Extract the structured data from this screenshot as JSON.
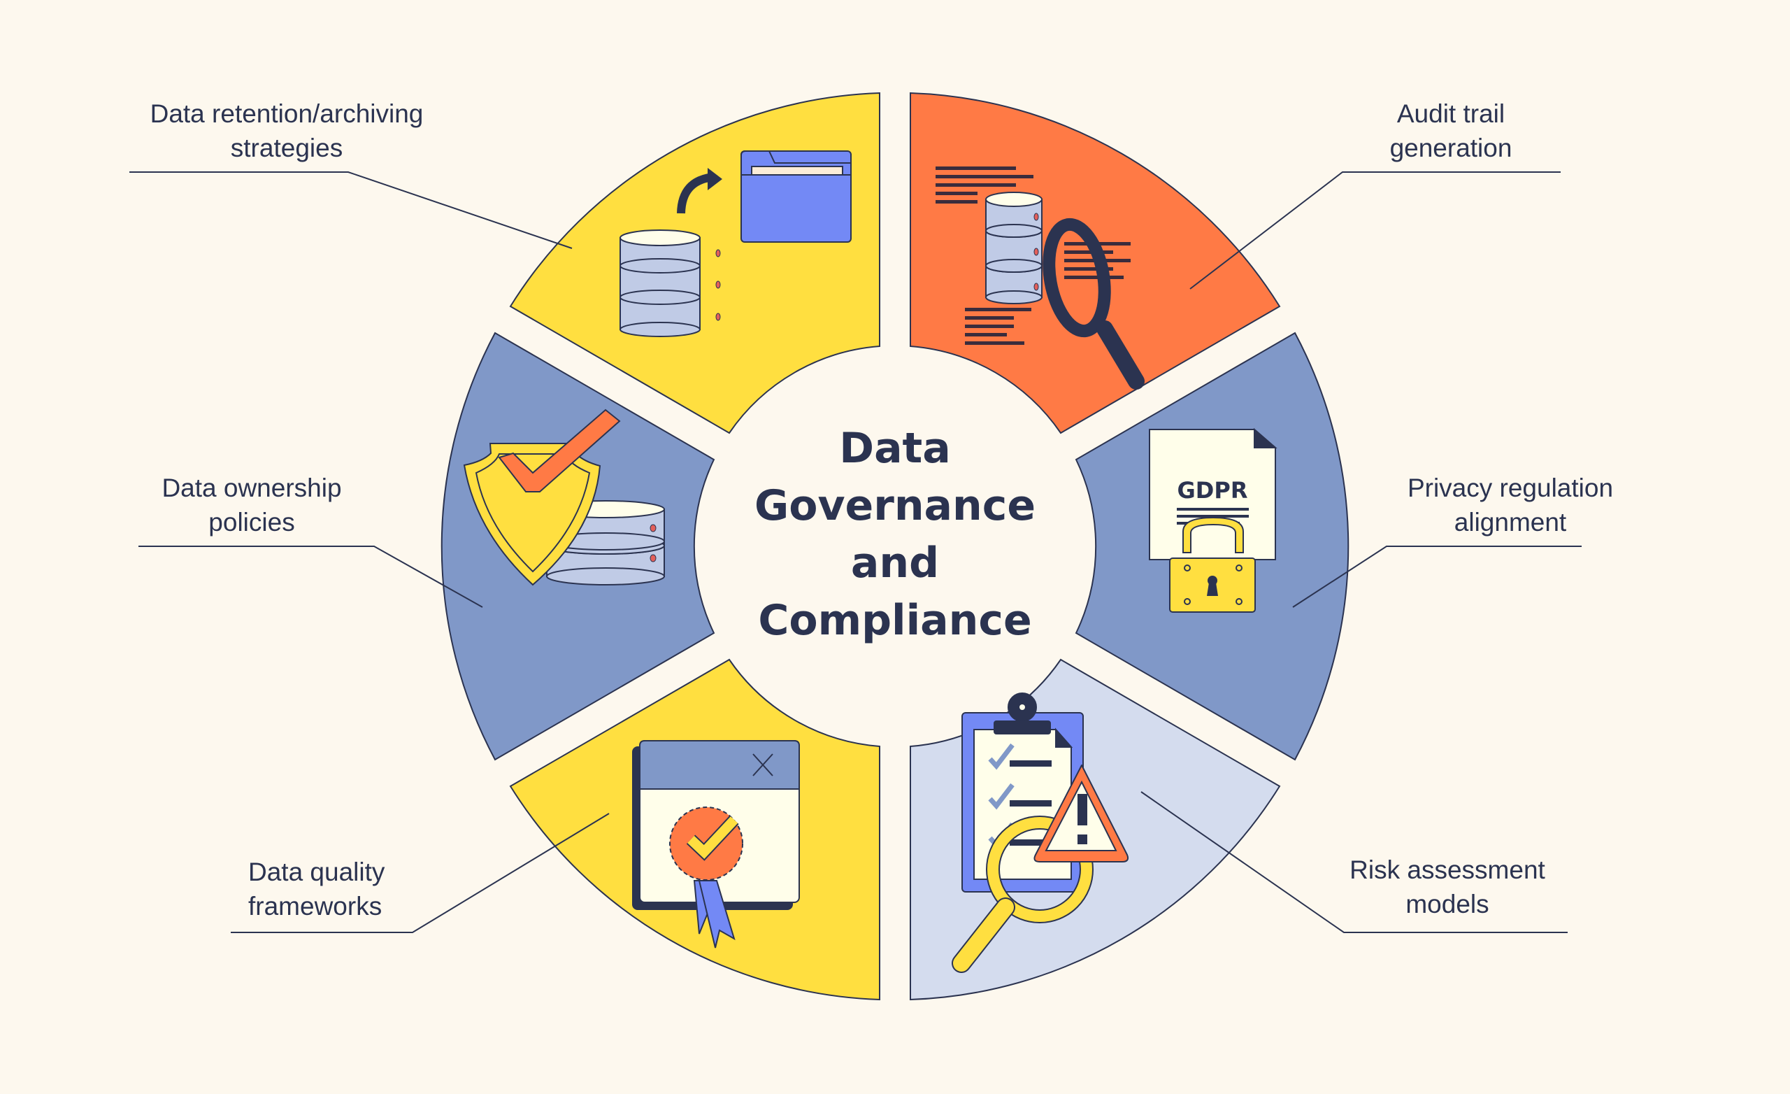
{
  "title": {
    "lines": [
      "Data",
      "Governance",
      "and",
      "Compliance"
    ]
  },
  "colors": {
    "background": "#fdf8ee",
    "text": "#2b3350",
    "yellow": "#ffdf40",
    "orange": "#ff7a45",
    "blue": "#8098c8",
    "lavender": "#d4dcee",
    "folder_blue": "#7389f5",
    "disk": "#c0cbe6",
    "cream": "#fffeea"
  },
  "segments": [
    {
      "id": "retention",
      "label_lines": [
        "Data retention/archiving",
        "strategies"
      ],
      "icon": "database-to-folder-icon",
      "color": "#ffdf40"
    },
    {
      "id": "audit",
      "label_lines": [
        "Audit trail",
        "generation"
      ],
      "icon": "database-magnifier-icon",
      "color": "#ff7a45"
    },
    {
      "id": "privacy",
      "label_lines": [
        "Privacy regulation",
        "alignment"
      ],
      "icon": "gdpr-document-lock-icon",
      "color": "#8098c8",
      "icon_text": "GDPR"
    },
    {
      "id": "risk",
      "label_lines": [
        "Risk assessment",
        "models"
      ],
      "icon": "clipboard-warning-magnifier-icon",
      "color": "#d4dcee"
    },
    {
      "id": "quality",
      "label_lines": [
        "Data quality",
        "frameworks"
      ],
      "icon": "certificate-window-icon",
      "color": "#ffdf40"
    },
    {
      "id": "ownership",
      "label_lines": [
        "Data ownership",
        "policies"
      ],
      "icon": "shield-check-database-icon",
      "color": "#8098c8"
    }
  ]
}
